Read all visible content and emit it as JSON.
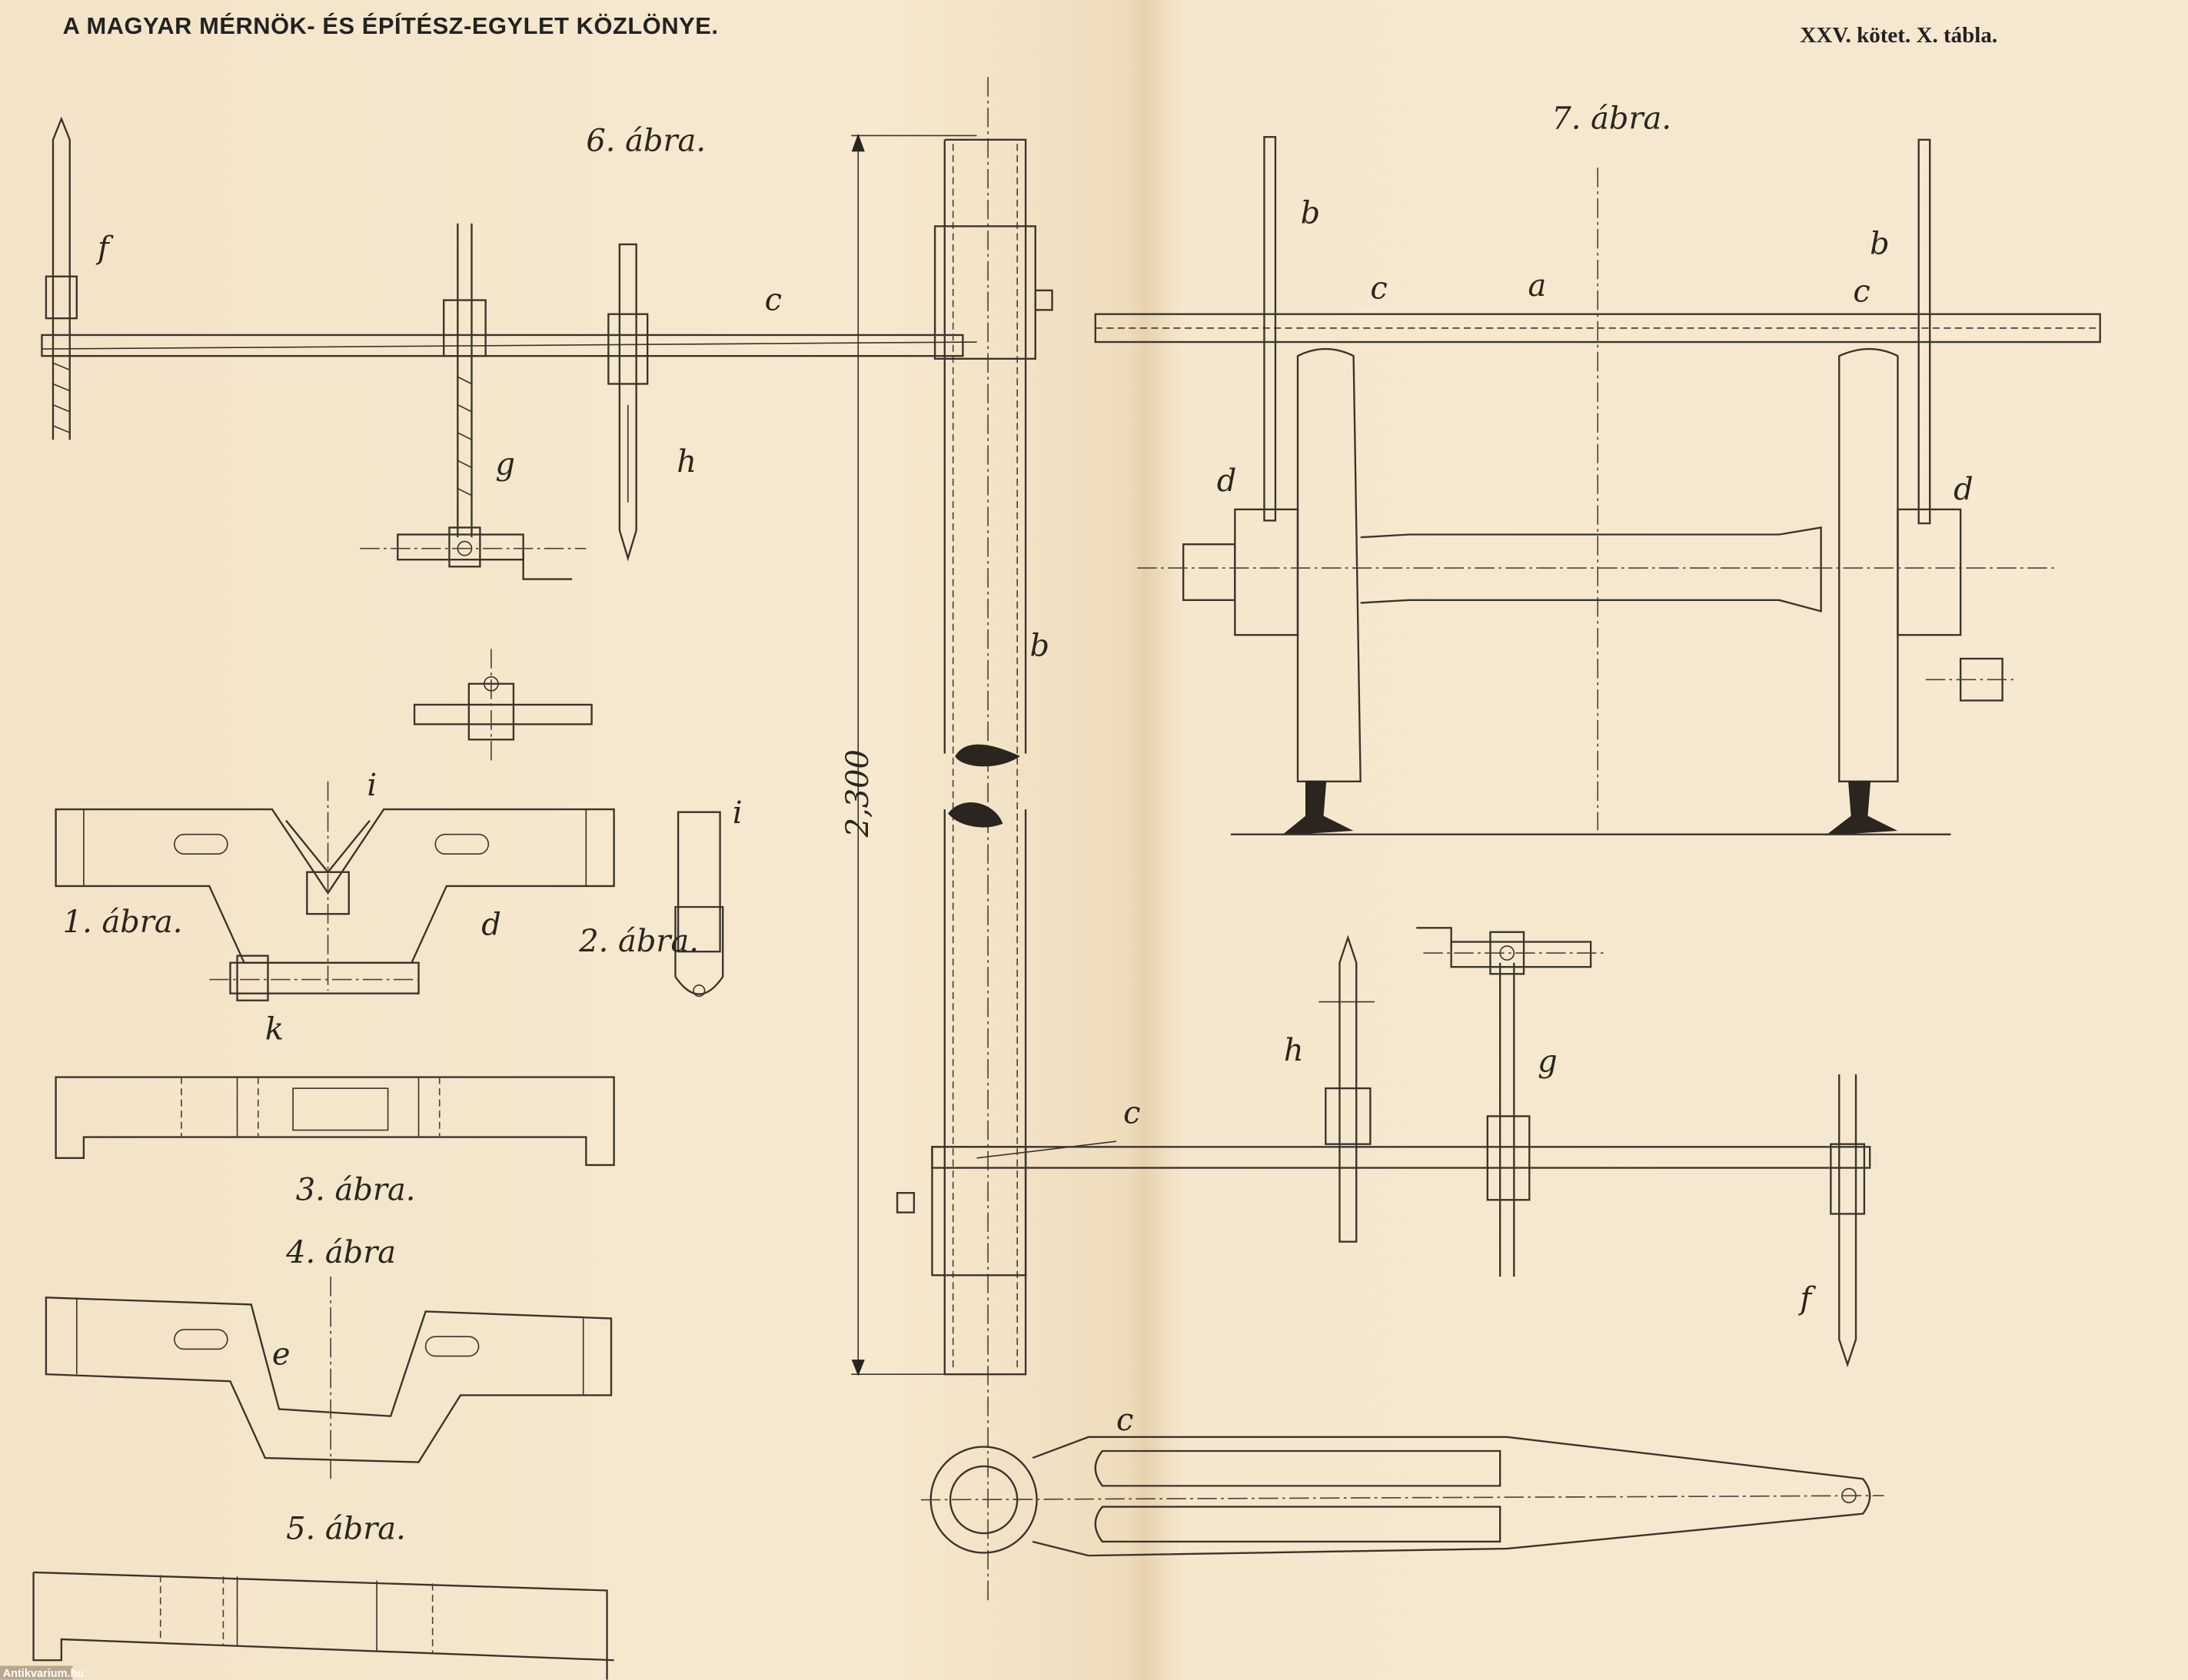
{
  "header": {
    "journal_title": "A MAGYAR MÉRNÖK- ÉS ÉPÍTÉSZ-EGYLET KÖZLÖNYE.",
    "plate": "XXV. kötet. X. tábla."
  },
  "figures": {
    "fig1": "1. ábra.",
    "fig2": "2. ábra.",
    "fig3": "3. ábra.",
    "fig4": "4. ábra",
    "fig5": "5. ábra.",
    "fig6": "6. ábra.",
    "fig7": "7. ábra."
  },
  "dimension": "2,300",
  "part_labels": {
    "a": "a",
    "b": "b",
    "c": "c",
    "d": "d",
    "e": "e",
    "f": "f",
    "g": "g",
    "h": "h",
    "i": "i",
    "k": "k"
  },
  "watermark": "Antikvarium.hu"
}
